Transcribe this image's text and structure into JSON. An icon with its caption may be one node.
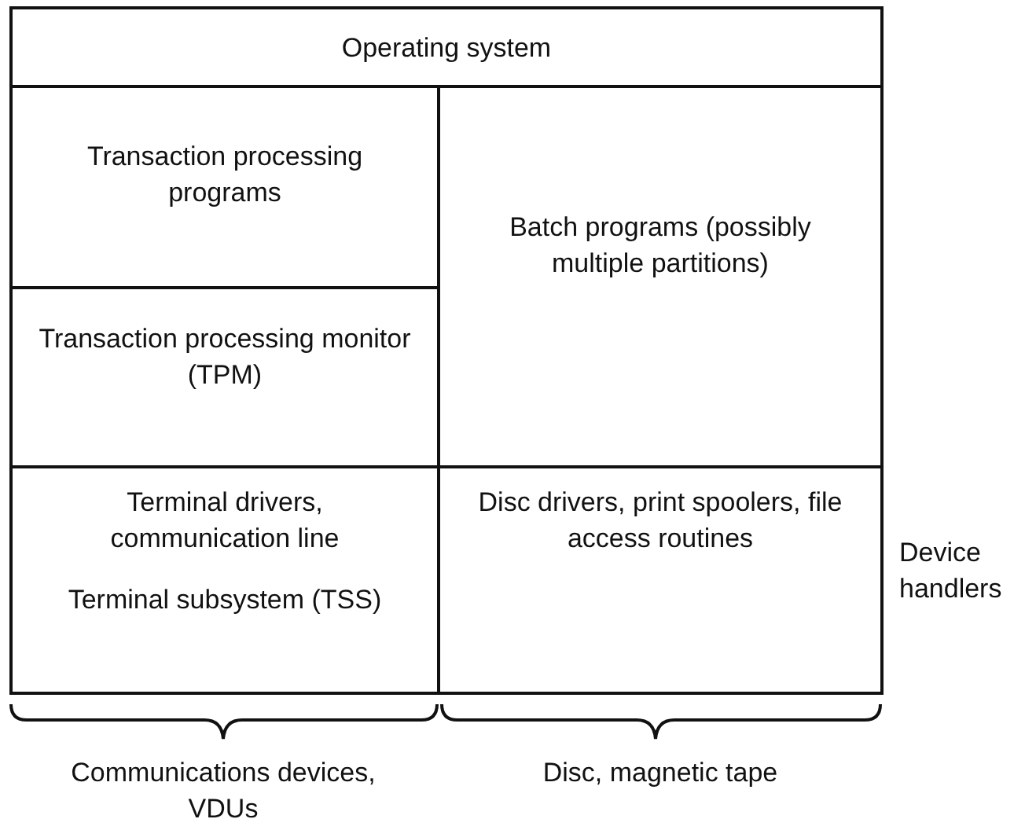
{
  "diagram": {
    "nodes": [
      {
        "text": [
          "Operating system"
        ]
      },
      {
        "text": [
          "Transaction processing programs"
        ]
      },
      {
        "text": [
          "Transaction processing monitor (TPM)"
        ]
      },
      {
        "text": [
          "Batch programs (possibly multiple partitions)"
        ]
      },
      {
        "text": [
          "Terminal drivers, communication line",
          "Terminal subsystem (TSS)"
        ]
      },
      {
        "text": [
          "Disc drivers, print spoolers, file access routines"
        ]
      }
    ],
    "labels": [
      "Device handlers",
      "Communications devices, VDUs",
      "Disc, magnetic tape"
    ]
  }
}
